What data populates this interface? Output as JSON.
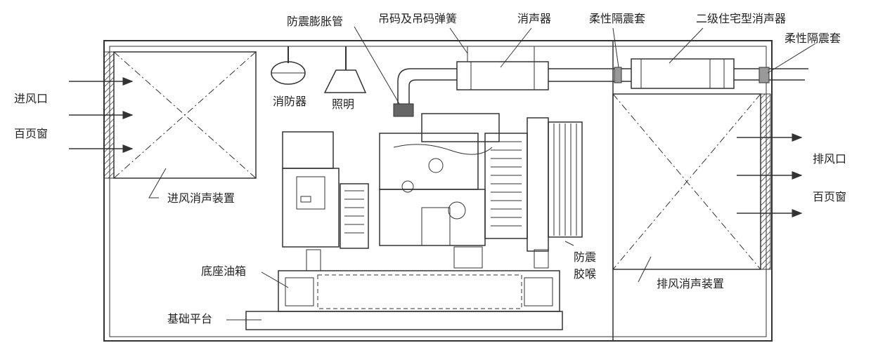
{
  "labels": {
    "anti_vibration_expansion_pipe": "防震膨胀管",
    "hanger_and_spring": "吊码及吊码弹簧",
    "muffler": "消声器",
    "flex_sleeve_top": "柔性隔震套",
    "residential_muffler": "二级住宅型消声器",
    "flex_sleeve_right": "柔性隔震套",
    "air_inlet": "进风口",
    "louver_left": "百页窗",
    "fire_extinguisher": "消防器",
    "lighting": "照明",
    "intake_silencer": "进风消声装置",
    "air_outlet": "排风口",
    "louver_right": "百页窗",
    "base_fuel_tank": "底座油箱",
    "anti_vibration_line1": "防震",
    "anti_vibration_line2": "胶喉",
    "exhaust_silencer": "排风消声装置",
    "foundation_platform": "基础平台"
  },
  "colors": {
    "line": "#333333",
    "background": "#ffffff"
  }
}
